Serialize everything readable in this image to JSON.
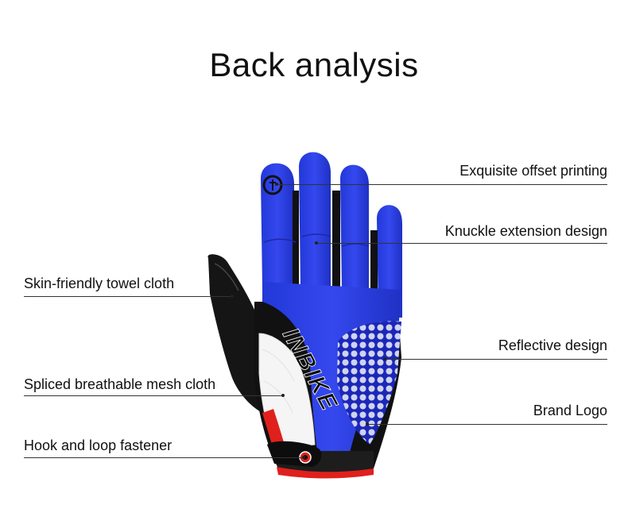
{
  "title": "Back analysis",
  "callouts": {
    "offset_printing": "Exquisite offset printing",
    "knuckle_extension": "Knuckle extension design",
    "towel_cloth": "Skin-friendly towel cloth",
    "reflective": "Reflective design",
    "mesh_cloth": "Spliced breathable mesh cloth",
    "brand_logo": "Brand Logo",
    "hook_loop": "Hook and loop fastener"
  },
  "brand_text": "INBIKE",
  "colors": {
    "glove_blue": "#2d3fe0",
    "glove_black": "#111111",
    "mesh_white": "#f4f4f4",
    "cuff_red": "#e0201c",
    "dot_grey": "#c9cfe8"
  }
}
